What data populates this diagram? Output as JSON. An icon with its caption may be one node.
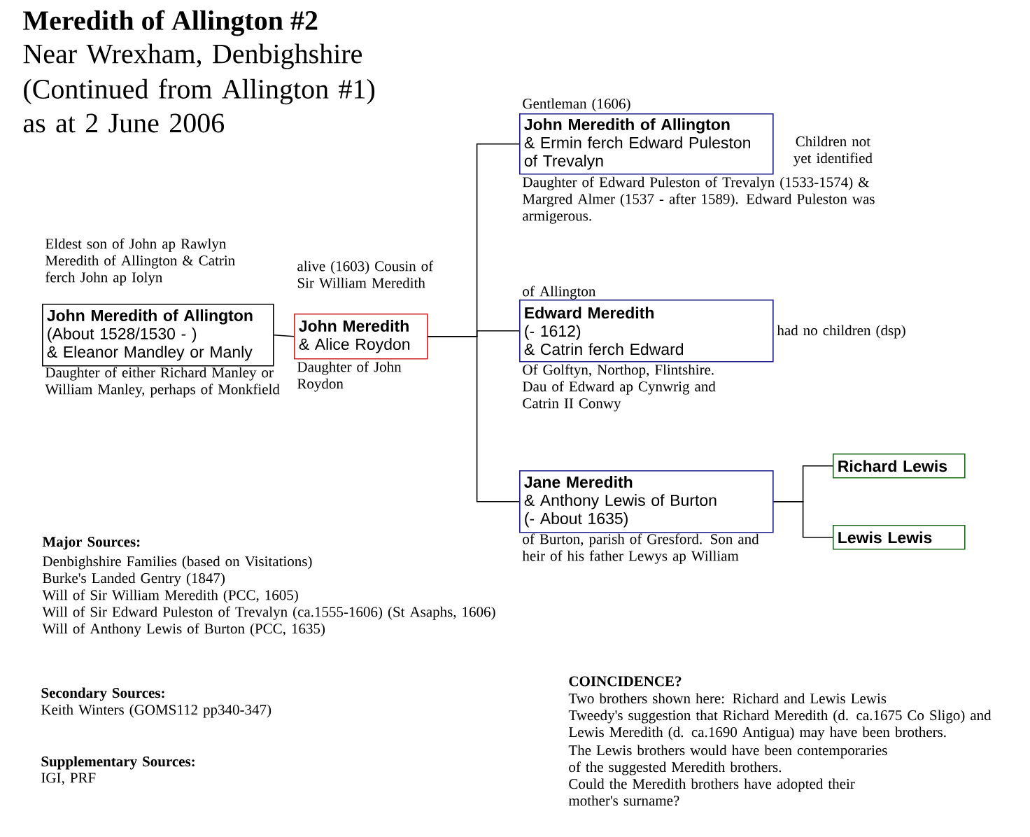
{
  "diagram": {
    "title": "Meredith of Allington #2",
    "nodes": [
      {
        "text": [
          "John Meredith of Allington",
          "(About 1528/1530 - )",
          "& Eleanor Mandley or Manly"
        ],
        "beside": [
          "Eldest son of John ap Rawlyn Meredith of Allington & Catrin ferch John ap Iolyn",
          "Daughter of either Richard Manley or William Manley, perhaps of Monkfield"
        ]
      },
      {
        "text": [
          "John Meredith",
          "& Alice Roydon"
        ],
        "beside": [
          "alive (1603) Cousin of Sir William Meredith",
          "Daughter of John Roydon"
        ]
      },
      {
        "text": [
          "John Meredith of Allington",
          "& Ermin ferch Edward Puleston of Trevalyn"
        ],
        "beside": [
          "Gentleman (1606)",
          "Daughter of Edward Puleston of Trevalyn (1533-1574) & Margred Almer (1537 - after 1589). Edward Puleston was armigerous.",
          "Children not yet identified"
        ]
      },
      {
        "text": [
          "Edward Meredith",
          "(- 1612)",
          "& Catrin ferch Edward"
        ],
        "beside": [
          "of Allington",
          "Of Golftyn, Northop, Flintshire. Dau of Edward ap Cynwrig and Catrin II Conwy",
          "had no children (dsp)"
        ]
      },
      {
        "text": [
          "Jane Meredith",
          "& Anthony Lewis of Burton",
          "(- About 1635)"
        ],
        "beside": [
          "of Burton, parish of Gresford. Son and heir of his father Lewys ap William"
        ]
      },
      {
        "text": [
          "Richard Lewis"
        ]
      },
      {
        "text": [
          "Lewis Lewis"
        ]
      }
    ],
    "edges": [
      {
        "from": 0,
        "to": 1,
        "arrow": "none"
      },
      {
        "from": 1,
        "to": 2,
        "arrow": "none"
      },
      {
        "from": 1,
        "to": 3,
        "arrow": "none"
      },
      {
        "from": 1,
        "to": 4,
        "arrow": "none"
      },
      {
        "from": 4,
        "to": 5,
        "arrow": "none"
      },
      {
        "from": 4,
        "to": 6,
        "arrow": "none"
      }
    ],
    "labels": [
      "Near Wrexham, Denbighshire",
      "(Continued from Allington #1)",
      "as at 2 June 2006",
      "Major Sources:",
      "Denbighshire Families (based on Visitations)",
      "Burke's Landed Gentry (1847)",
      "Will of Sir William Meredith (PCC, 1605)",
      "Will of Sir Edward Puleston of Trevalyn (ca.1555-1606) (St Asaphs, 1606)",
      "Will of Anthony Lewis of Burton (PCC, 1635)",
      "Secondary Sources:",
      "Keith Winters (GOMS112 pp340-347)",
      "Supplementary Sources:",
      "IGI, PRF",
      "COINCIDENCE?",
      "Two brothers shown here: Richard and Lewis Lewis",
      "Tweedy's suggestion that Richard Meredith (d. ca.1675 Co Sligo) and Lewis Meredith (d. ca.1690 Antigua) may have been brothers.",
      "The Lewis brothers would have been contemporaries of the suggested Meredith brothers.",
      "Could the Meredith brothers have adopted their mother's surname?"
    ]
  }
}
